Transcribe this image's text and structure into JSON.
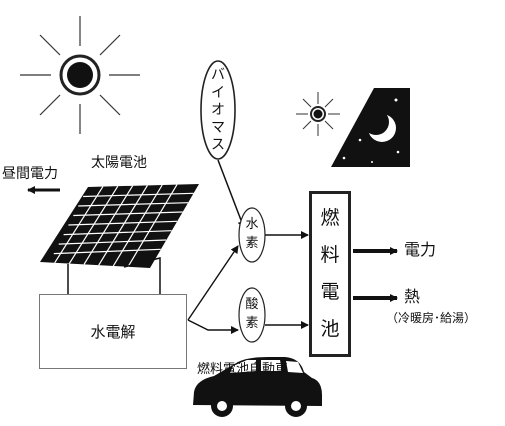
{
  "labels": {
    "solar_panel": "太陽電池",
    "daytime_power": "昼間電力",
    "biomass": [
      "バ",
      "イ",
      "オ",
      "マ",
      "ス"
    ],
    "hydrogen": [
      "水",
      "素"
    ],
    "oxygen": [
      "酸",
      "素"
    ],
    "fuel_cell": [
      "燃",
      "料",
      "電",
      "池"
    ],
    "electrolysis": "水電解",
    "power_out": "電力",
    "heat_out": "熱",
    "heat_note": "（冷暖房･給湯）",
    "fc_vehicle": "燃料電池自動車"
  },
  "icons": {
    "sun": "sun-icon",
    "night": "moon-stars-icon",
    "car": "car-icon"
  }
}
